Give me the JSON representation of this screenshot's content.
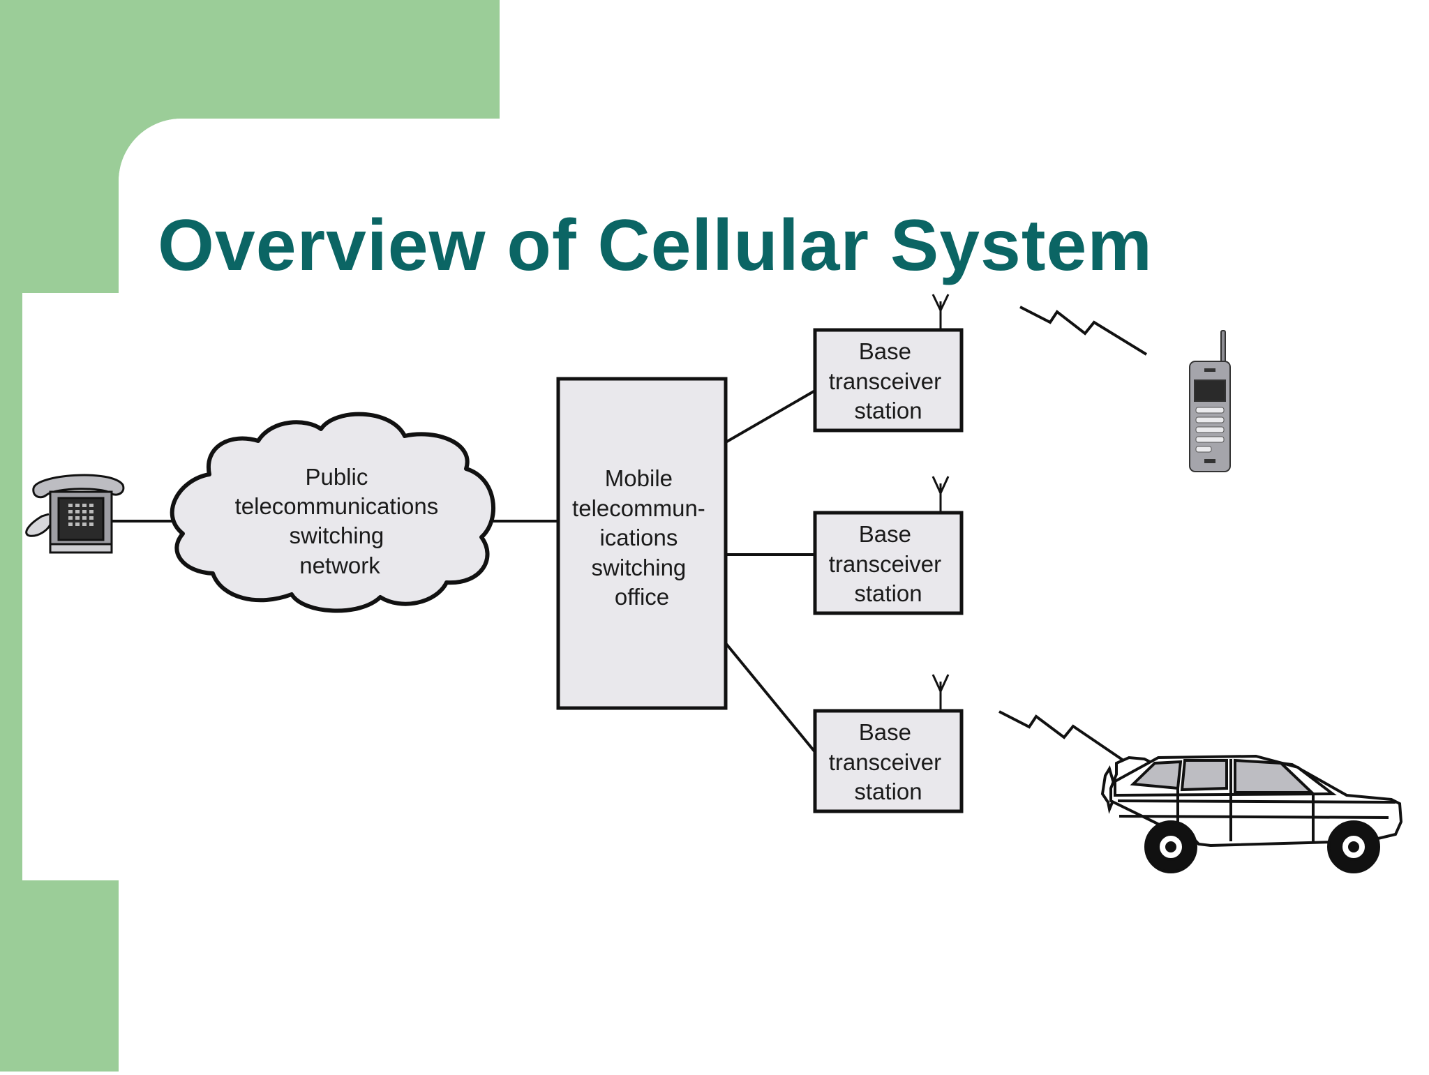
{
  "slide": {
    "title": "Overview of Cellular System",
    "colors": {
      "accent_green": "#9bcd98",
      "title_teal": "#0b6564",
      "node_fill": "#e9e8ec",
      "line": "#111111",
      "background": "#ffffff"
    }
  },
  "diagram": {
    "icons": {
      "telephone": "telephone-icon",
      "mobile_phone": "mobile-phone-icon",
      "car": "car-icon",
      "antenna": "antenna-icon",
      "radio_signal": "lightning-signal-icon"
    },
    "nodes": {
      "pstn": {
        "lines": [
          "Public",
          "telecommunications",
          "switching",
          "network"
        ]
      },
      "mtso": {
        "lines": [
          "Mobile",
          "telecommun-",
          "ications",
          "switching",
          "office"
        ]
      },
      "bts_top": {
        "lines": [
          "Base",
          "transceiver",
          "station"
        ]
      },
      "bts_middle": {
        "lines": [
          "Base",
          "transceiver",
          "station"
        ]
      },
      "bts_bottom": {
        "lines": [
          "Base",
          "transceiver",
          "station"
        ]
      }
    }
  }
}
